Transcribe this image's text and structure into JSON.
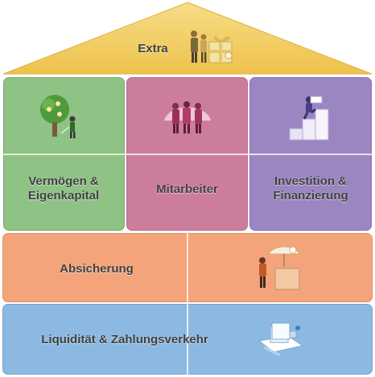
{
  "roof": {
    "label": "Extra"
  },
  "pillars": [
    {
      "label": "Vermögen & Eigenkapital"
    },
    {
      "label": "Mitarbeiter"
    },
    {
      "label": "Investition & Finanzierung"
    }
  ],
  "bands": [
    {
      "label": "Absicherung"
    },
    {
      "label": "Liquidität & Zahlungsverkehr"
    }
  ],
  "colors": {
    "roof": "#f2ce5c",
    "green": "#8fc285",
    "pink": "#cd7d9c",
    "purple": "#9b86c2",
    "orange": "#f4a47a",
    "blue": "#8cb9e2"
  },
  "icons": {
    "roof": "people-with-gift-icon",
    "pillar1": "money-tree-icon",
    "pillar2": "team-people-icon",
    "pillar3": "climbing-stairs-icon",
    "band1": "insurance-umbrella-icon",
    "band2": "money-stack-icon"
  }
}
